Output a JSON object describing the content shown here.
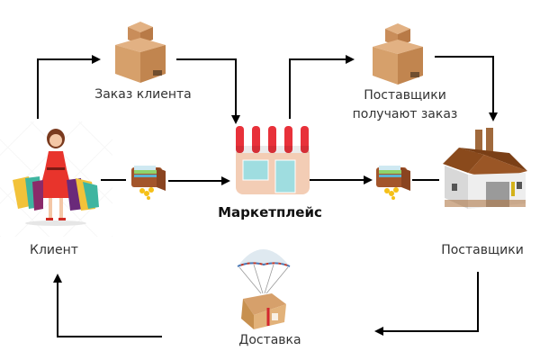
{
  "diagram": {
    "nodes": {
      "client_order": {
        "label": "Заказ клиента",
        "icon": "box-stack-icon"
      },
      "suppliers_get_order": {
        "label_line1": "Поставщики",
        "label_line2": "получают заказ",
        "icon": "box-stack-icon"
      },
      "client": {
        "label": "Клиент",
        "icon": "shopper-woman-icon"
      },
      "marketplace": {
        "label": "Маркетплейс",
        "icon": "storefront-icon"
      },
      "suppliers": {
        "label": "Поставщики",
        "icon": "factory-icon"
      },
      "delivery": {
        "label": "Доставка",
        "icon": "parachute-box-icon"
      }
    },
    "payment_icons": [
      "wallet-coins-icon",
      "wallet-coins-icon"
    ],
    "flow": [
      "Клиент → Заказ клиента",
      "Заказ клиента → Маркетплейс",
      "Клиент → (оплата) → Маркетплейс",
      "Маркетплейс → Поставщики получают заказ",
      "Поставщики получают заказ → Поставщики",
      "Маркетплейс → (оплата) → Поставщики",
      "Поставщики → Доставка",
      "Доставка → Клиент"
    ],
    "colors": {
      "arrow": "#000000",
      "box": "#d9a06b",
      "awning_red": "#e8313a",
      "store_body": "#f3cdb5",
      "store_window": "#9fdde0",
      "dress": "#e8342c",
      "roof": "#8a4a1c",
      "wallet": "#a3552b",
      "coins": "#f5c019"
    }
  }
}
